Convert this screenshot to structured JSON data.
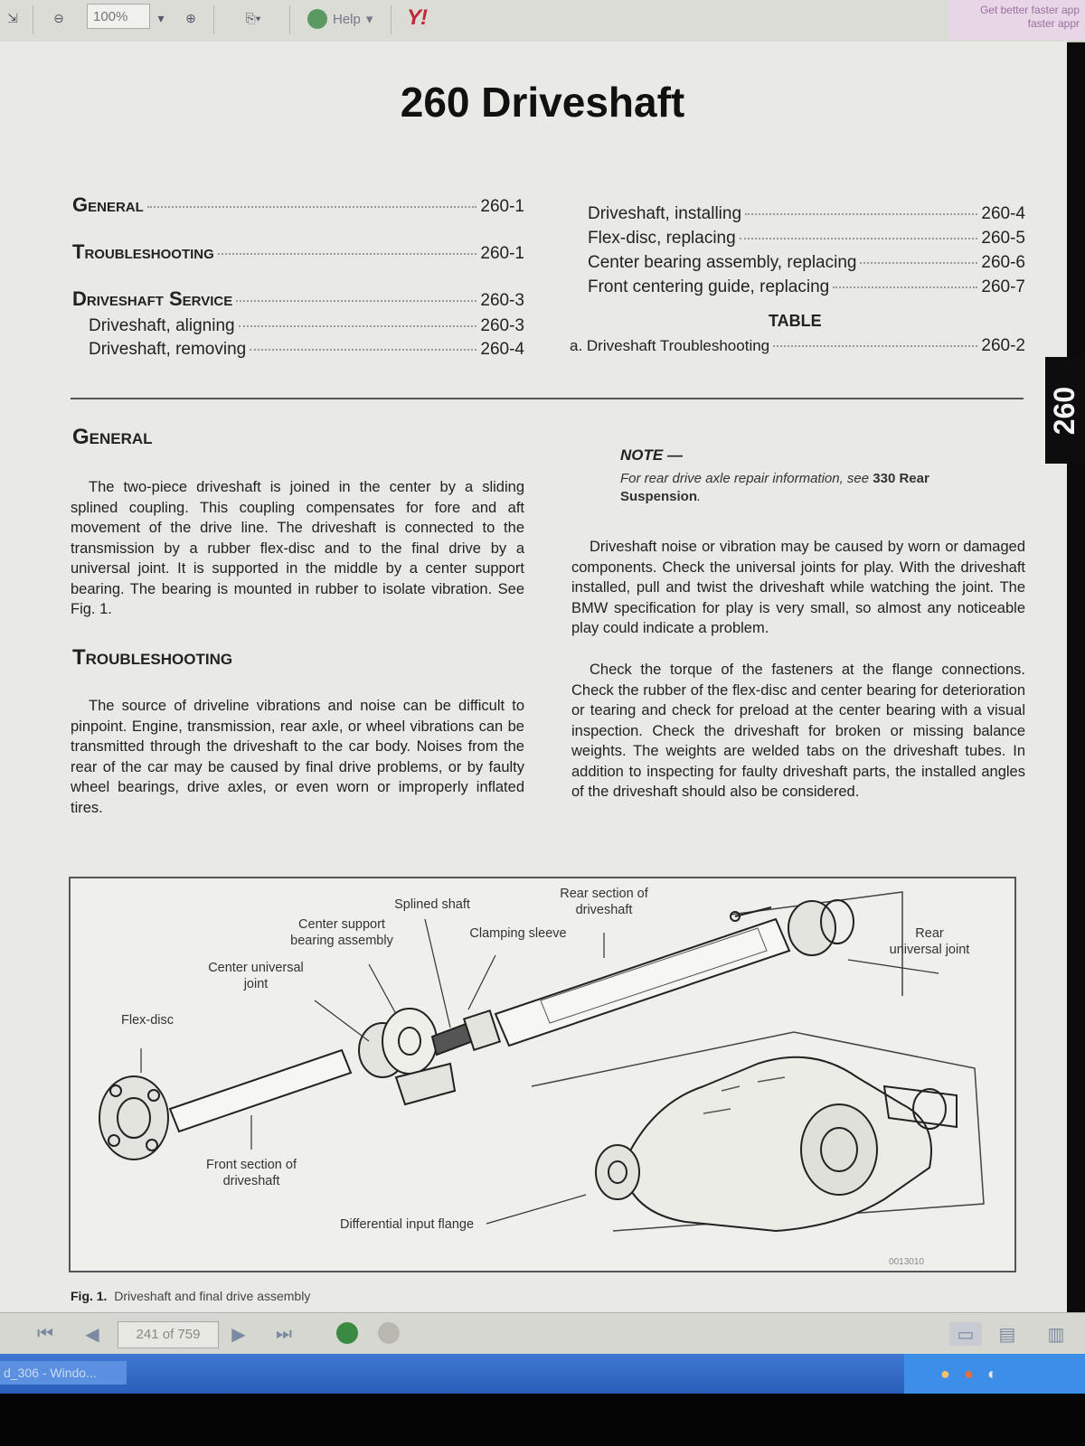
{
  "toolbar": {
    "zoom_value": "100%",
    "help_label": "Help",
    "yahoo_label": "Y!",
    "promo_text": "Get better faster app faster appr"
  },
  "page": {
    "title": "260 Driveshaft",
    "side_tab": "260",
    "toc_left": [
      {
        "label": "General",
        "page": "260-1",
        "style": "heading"
      },
      {
        "label": "Troubleshooting",
        "page": "260-1",
        "style": "heading"
      },
      {
        "label": "Driveshaft Service",
        "page": "260-3",
        "style": "heading"
      },
      {
        "label": "Driveshaft, aligning",
        "page": "260-3",
        "style": "sub"
      },
      {
        "label": "Driveshaft, removing",
        "page": "260-4",
        "style": "sub"
      }
    ],
    "toc_right": [
      {
        "label": "Driveshaft, installing",
        "page": "260-4"
      },
      {
        "label": "Flex-disc, replacing",
        "page": "260-5"
      },
      {
        "label": "Center bearing assembly, replacing",
        "page": "260-6"
      },
      {
        "label": "Front centering guide, replacing",
        "page": "260-7"
      }
    ],
    "table_heading": "TABLE",
    "table_entries": [
      {
        "label": "a. Driveshaft Troubleshooting",
        "page": "260-2"
      }
    ],
    "general": {
      "heading": "General",
      "text": "The two-piece driveshaft is joined in the center by a sliding splined coupling. This coupling compensates for fore and aft movement of the drive line. The driveshaft is connected to the transmission by a rubber flex-disc and to the final drive by a universal joint. It is supported in the middle by a center support bearing. The bearing is mounted in rubber to isolate vibration. See Fig. 1."
    },
    "troubleshooting": {
      "heading": "Troubleshooting",
      "text": "The source of driveline vibrations and noise can be difficult to pinpoint. Engine, transmission, rear axle, or wheel vibrations can be transmitted through the driveshaft to the car body. Noises from the rear of the car may be caused by final drive problems, or by faulty wheel bearings, drive axles, or even worn or improperly inflated tires."
    },
    "note": {
      "title": "NOTE —",
      "text": "For rear drive axle repair information, see ",
      "bold": "330 Rear Suspension",
      "end": "."
    },
    "right_para1": "Driveshaft noise or vibration may be caused by worn or damaged components. Check the universal joints for play. With the driveshaft installed, pull and twist the driveshaft while watching the joint. The BMW specification for play is very small, so almost any noticeable play could indicate a problem.",
    "right_para2": "Check the torque of the fasteners at the flange connections. Check the rubber of the flex-disc and center bearing for deterioration or tearing and check for preload at the center bearing with a visual inspection. Check the driveshaft for broken or missing balance weights. The weights are welded tabs on the driveshaft tubes. In addition to inspecting for faulty driveshaft parts, the installed angles of the driveshaft should also be considered.",
    "figure": {
      "callouts": {
        "flex_disc": "Flex-disc",
        "center_uj": "Center universal joint",
        "center_support": "Center support bearing assembly",
        "splined_shaft": "Splined shaft",
        "clamping_sleeve": "Clamping sleeve",
        "rear_section": "Rear section of driveshaft",
        "rear_uj": "Rear universal joint",
        "front_section": "Front section of driveshaft",
        "diff_flange": "Differential input flange"
      },
      "code": "0013010",
      "caption_num": "Fig. 1.",
      "caption_text": "Driveshaft and final drive assembly"
    }
  },
  "navbar": {
    "page_indicator": "241 of 759"
  },
  "taskbar": {
    "item_label": "d_306 - Windo..."
  }
}
